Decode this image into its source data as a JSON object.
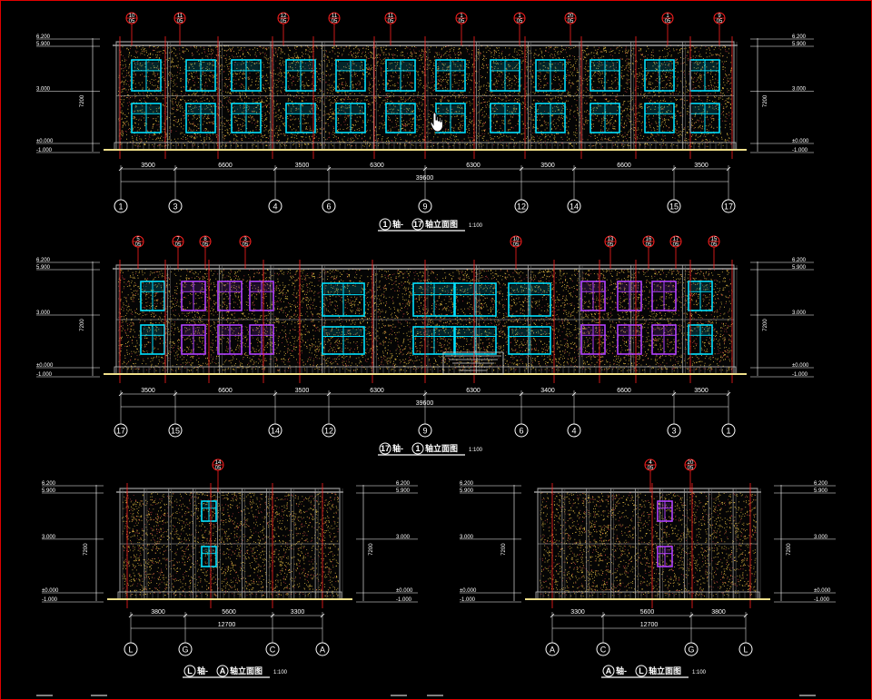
{
  "colors": {
    "background": "#000000",
    "frame": "#e00000",
    "dimension": "#ffffff",
    "leader": "#ff2020",
    "window": "#00e0ff",
    "window_alt": "#b040ff",
    "wall_speckle": "#ffd24a",
    "outline": "#bdbdbd",
    "ground": "#f0e08a"
  },
  "cursor_icon": "hand-pointer-icon",
  "drawings": [
    {
      "id": "e1",
      "title_axis_a": "1",
      "title_mid": "轴-",
      "title_axis_b": "17",
      "title_tail": "轴立面图",
      "scale": "1:100",
      "levels_left": [
        "6.200",
        "5.900",
        "3.000",
        "±0.000",
        "-1.000"
      ],
      "levels_right": [
        "6.200",
        "5.900",
        "3.000",
        "±0.000",
        "-1.000"
      ],
      "dims": [
        "3500",
        "6600",
        "3500",
        "6300",
        "6300",
        "3500",
        "6600",
        "3500"
      ],
      "total": "39600",
      "axes": [
        "1",
        "3",
        "4",
        "6",
        "9",
        "12",
        "14",
        "15",
        "17"
      ],
      "tags": [
        "10",
        "11",
        "12",
        "11",
        "11",
        "1",
        "1",
        "20",
        "1",
        "9"
      ]
    },
    {
      "id": "e2",
      "title_axis_a": "17",
      "title_mid": "轴-",
      "title_axis_b": "1",
      "title_tail": "轴立面图",
      "scale": "1:100",
      "levels_left": [
        "6.200",
        "5.900",
        "3.000",
        "±0.000",
        "-1.000"
      ],
      "levels_right": [
        "6.200",
        "5.900",
        "3.000",
        "±0.000",
        "-1.000"
      ],
      "dims": [
        "3500",
        "6600",
        "3500",
        "6300",
        "6300",
        "3400",
        "6600",
        "3500"
      ],
      "total": "39600",
      "axes": [
        "17",
        "15",
        "14",
        "12",
        "9",
        "6",
        "4",
        "3",
        "1"
      ],
      "tags": [
        "5",
        "7",
        "8",
        "3",
        "10",
        "13",
        "16",
        "17",
        "15"
      ]
    },
    {
      "id": "e3",
      "title_axis_a": "L",
      "title_mid": "轴-",
      "title_axis_b": "A",
      "title_tail": "轴立面图",
      "scale": "1:100",
      "levels_left": [
        "6.200",
        "5.900",
        "3.000",
        "±0.000",
        "-1.000"
      ],
      "levels_right": [
        "6.200",
        "5.900",
        "3.000",
        "±0.000",
        "-1.000"
      ],
      "dims": [
        "3800",
        "5600",
        "3300"
      ],
      "total": "12700",
      "axes": [
        "L",
        "G",
        "C",
        "A"
      ],
      "tags": [
        "14"
      ]
    },
    {
      "id": "e4",
      "title_axis_a": "A",
      "title_mid": "轴-",
      "title_axis_b": "L",
      "title_tail": "轴立面图",
      "scale": "1:100",
      "levels_left": [
        "6.200",
        "5.900",
        "3.000",
        "±0.000",
        "-1.000"
      ],
      "levels_right": [
        "6.200",
        "5.900",
        "3.000",
        "±0.000",
        "-1.000"
      ],
      "dims": [
        "3300",
        "5600",
        "3800"
      ],
      "total": "12700",
      "axes": [
        "A",
        "C",
        "G",
        "L"
      ],
      "tags": [
        "4",
        "20"
      ]
    }
  ]
}
